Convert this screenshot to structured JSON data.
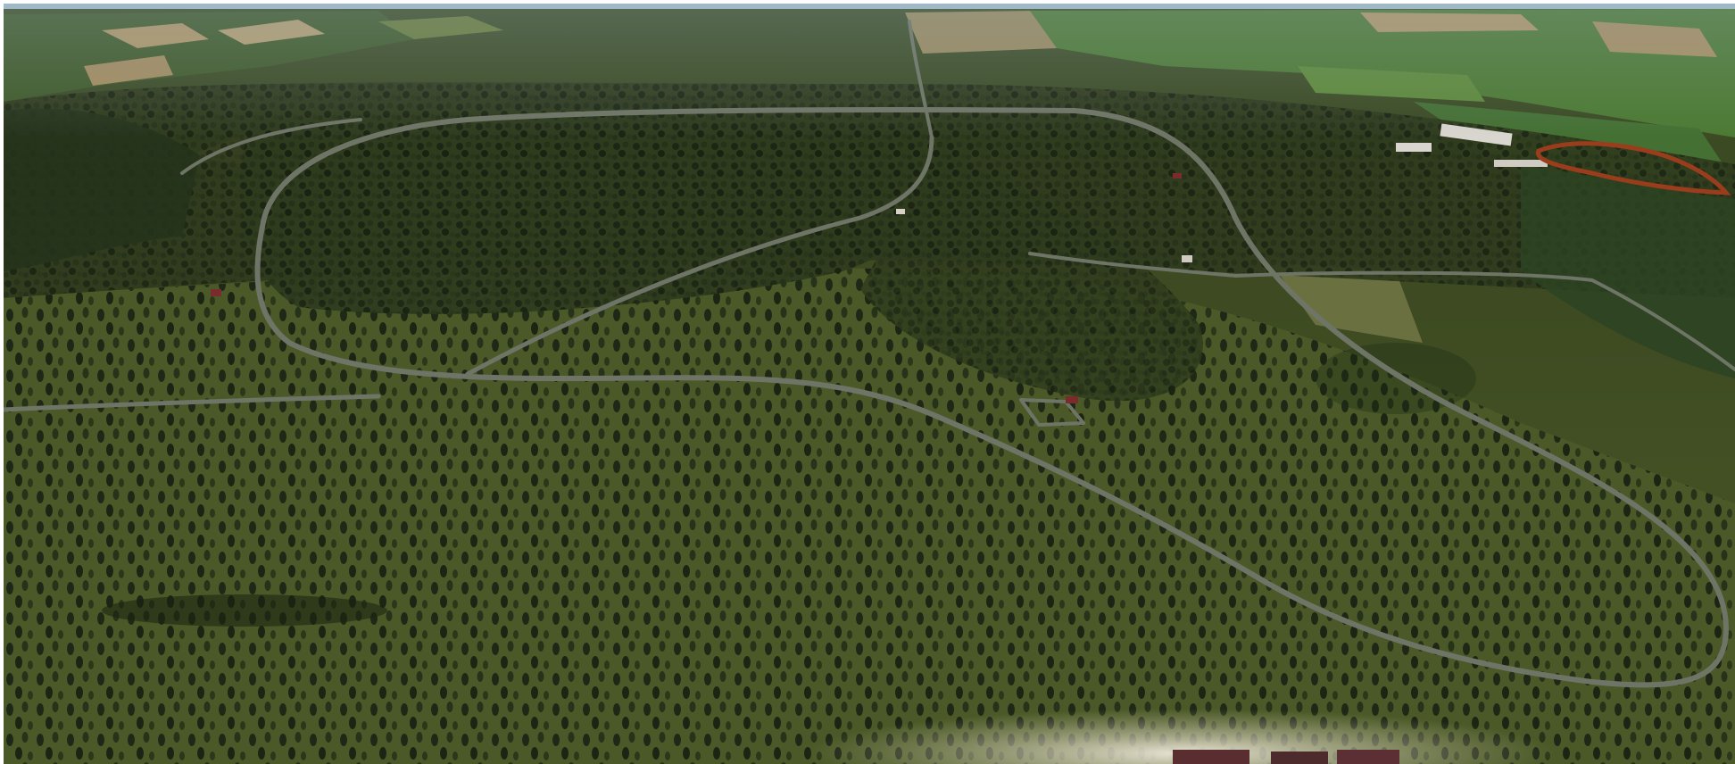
{
  "scene": {
    "kind": "aerial-terrain-render",
    "colors": {
      "sky": "#a9c4d6",
      "forest_dark": "#25301a",
      "forest_mid": "#3c4a23",
      "grass": "#56662e",
      "field_green": "#4f7a34",
      "field_tan": "#b39869",
      "road": "#6f7566",
      "building_roof": "#d9d6cf",
      "red_track": "#9a3d1c",
      "snow": "#e3e0d2",
      "roof_red": "#7a2c2c"
    },
    "features": [
      {
        "label": "forest",
        "icon": "tree-icon"
      },
      {
        "label": "gravel-road-loop",
        "icon": "road-icon"
      },
      {
        "label": "farmland",
        "icon": "field-icon"
      },
      {
        "label": "buildings",
        "icon": "building-icon"
      }
    ]
  }
}
